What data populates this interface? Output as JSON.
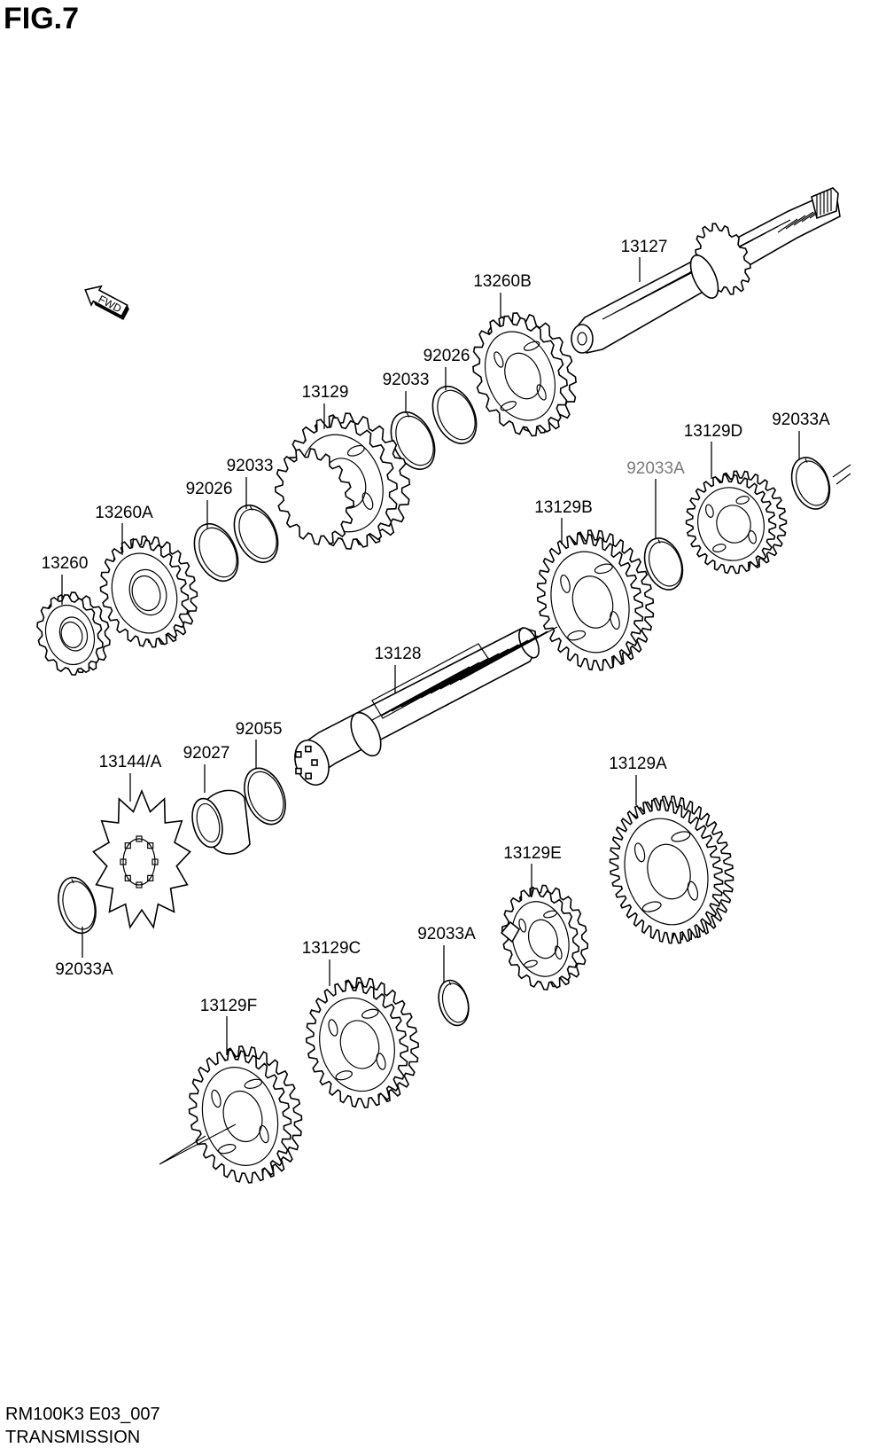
{
  "figure": {
    "title": "FIG.7",
    "model_code": "RM100K3 E03_007",
    "section": "TRANSMISSION",
    "fwd_marker": "FWD"
  },
  "parts": [
    {
      "id": "13127",
      "kind": "shaft"
    },
    {
      "id": "13260B",
      "kind": "gear"
    },
    {
      "id": "92026",
      "kind": "ring"
    },
    {
      "id": "92033",
      "kind": "ring"
    },
    {
      "id": "13129",
      "kind": "gear"
    },
    {
      "id": "92033",
      "kind": "ring"
    },
    {
      "id": "92026",
      "kind": "ring"
    },
    {
      "id": "13260A",
      "kind": "gear"
    },
    {
      "id": "13260",
      "kind": "gear"
    },
    {
      "id": "13129D",
      "kind": "gear"
    },
    {
      "id": "92033A",
      "kind": "ring"
    },
    {
      "id": "92033A",
      "kind": "ring"
    },
    {
      "id": "13129B",
      "kind": "gear"
    },
    {
      "id": "13128",
      "kind": "shaft"
    },
    {
      "id": "92055",
      "kind": "o-ring"
    },
    {
      "id": "92027",
      "kind": "collar"
    },
    {
      "id": "13144/A",
      "kind": "sprocket"
    },
    {
      "id": "92033A",
      "kind": "ring"
    },
    {
      "id": "13129A",
      "kind": "gear"
    },
    {
      "id": "13129E",
      "kind": "gear"
    },
    {
      "id": "92033A",
      "kind": "ring"
    },
    {
      "id": "13129C",
      "kind": "gear"
    },
    {
      "id": "13129F",
      "kind": "gear"
    }
  ]
}
